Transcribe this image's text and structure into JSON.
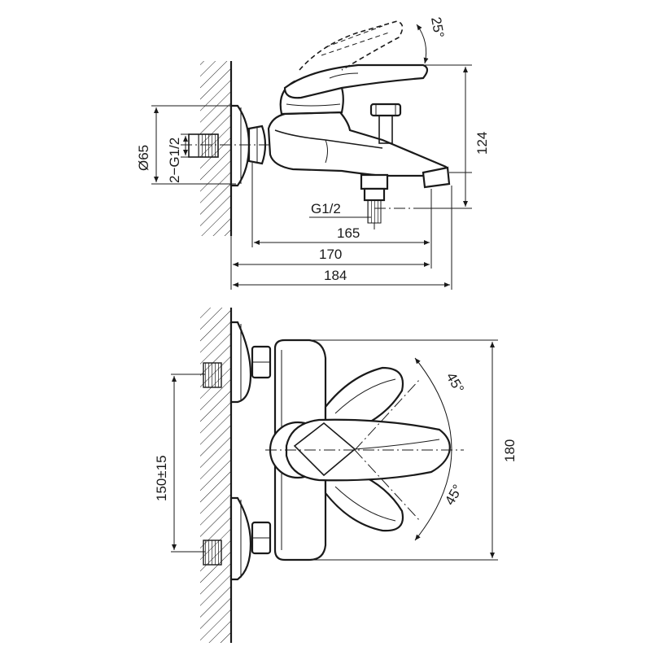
{
  "side_view": {
    "dim_width_total": "184",
    "dim_width_mid": "170",
    "dim_width_spout": "165",
    "dim_height": "124",
    "dim_flange_diameter": "Ø65",
    "dim_inlet_thread": "2−G1/2",
    "dim_outlet_thread": "G1/2",
    "dim_lever_angle": "25°"
  },
  "front_view": {
    "dim_inlet_spacing": "150±15",
    "dim_height": "180",
    "dim_angle_upper": "45°",
    "dim_angle_lower": "45°"
  }
}
